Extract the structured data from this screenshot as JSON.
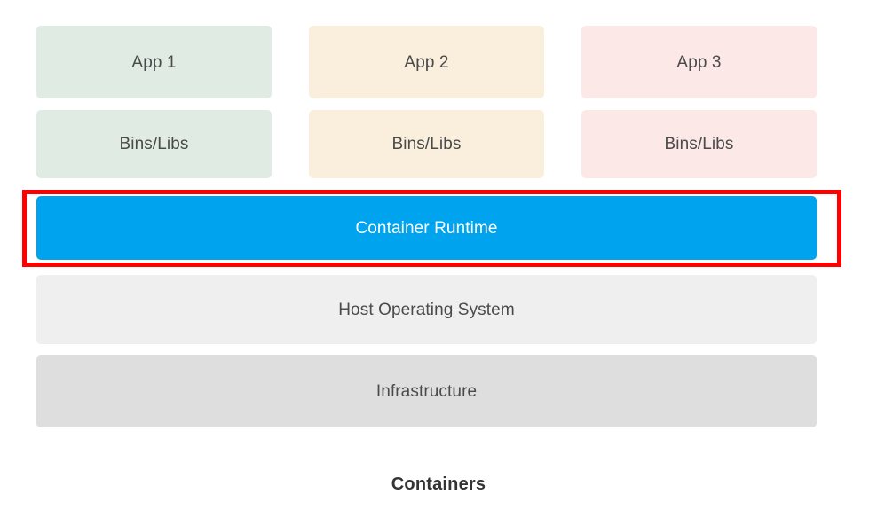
{
  "diagram": {
    "caption": "Containers",
    "columns": [
      {
        "app_label": "App 1",
        "bins_label": "Bins/Libs",
        "tint": "#dfebe3"
      },
      {
        "app_label": "App 2",
        "bins_label": "Bins/Libs",
        "tint": "#faefdc"
      },
      {
        "app_label": "App 3",
        "bins_label": "Bins/Libs",
        "tint": "#fce9e7"
      }
    ],
    "layers": [
      {
        "label": "Container Runtime",
        "fill": "#00a3ee",
        "text_color": "#ffffff",
        "highlighted": true
      },
      {
        "label": "Host Operating System",
        "fill": "#efefef",
        "text_color": "#4a4a4a",
        "highlighted": false
      },
      {
        "label": "Infrastructure",
        "fill": "#dedede",
        "text_color": "#4a4a4a",
        "highlighted": false
      }
    ],
    "highlight_color": "#fe0000",
    "text_color": "#4a4a4a",
    "background": "#ffffff"
  }
}
